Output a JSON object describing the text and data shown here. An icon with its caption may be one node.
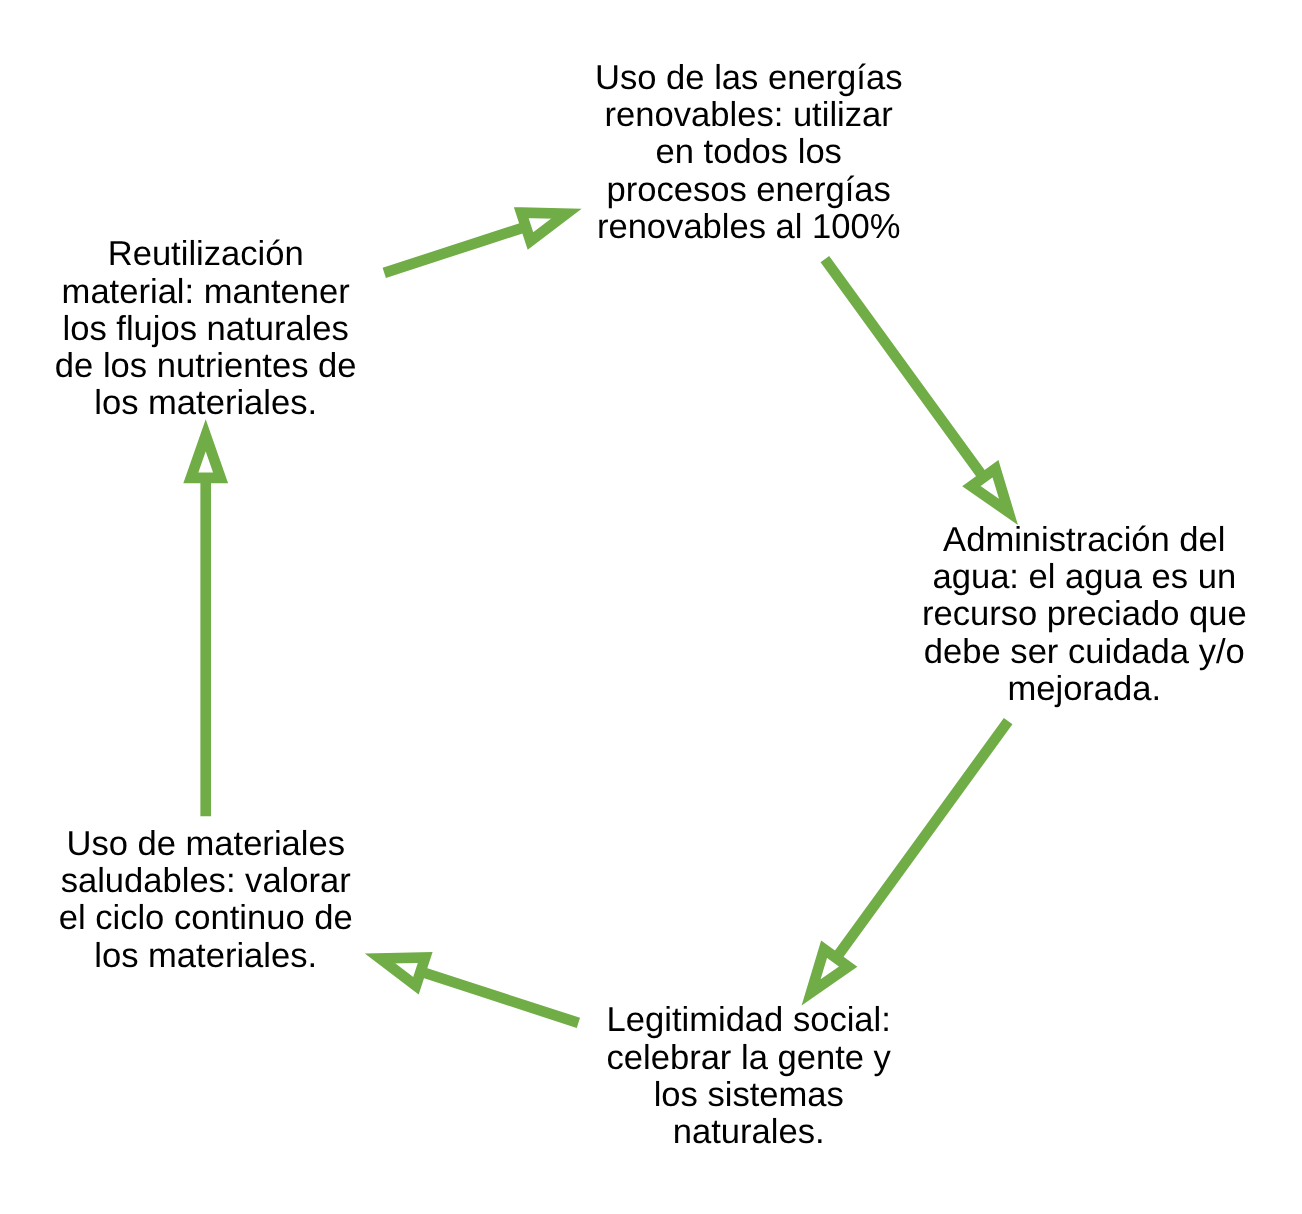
{
  "diagram": {
    "nodes": [
      {
        "text": [
          "Legitimidad social: celebrar la gente y los sistemas naturales."
        ]
      },
      {
        "text": [
          "Uso de materiales saludables: valorar el ciclo continuo de los materiales."
        ]
      },
      {
        "text": [
          "Reutilización material: mantener los flujos naturales de los nutrientes de los materiales."
        ]
      },
      {
        "text": [
          "Uso de las energías renovables: utilizar en todos los procesos energías renovables al 100%"
        ]
      },
      {
        "text": [
          "Administración del agua: el agua es un recurso preciado que debe ser cuidada y/o mejorada."
        ]
      }
    ],
    "edges": [
      {
        "from": 0,
        "to": 1,
        "arrow": "to"
      },
      {
        "from": 1,
        "to": 2,
        "arrow": "to"
      },
      {
        "from": 2,
        "to": 3,
        "arrow": "to"
      },
      {
        "from": 3,
        "to": 4,
        "arrow": "to"
      },
      {
        "from": 4,
        "to": 0,
        "arrow": "to"
      }
    ]
  }
}
